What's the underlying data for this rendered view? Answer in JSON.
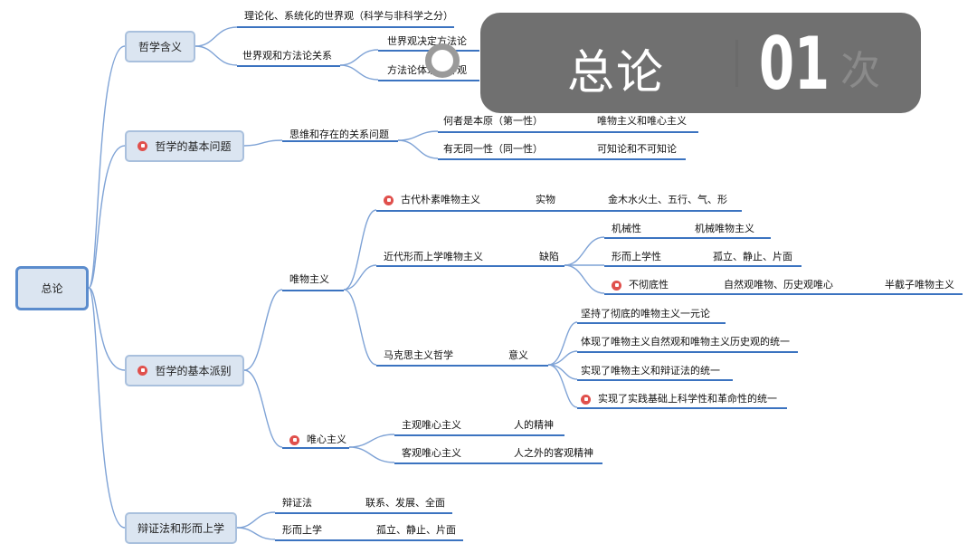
{
  "root": "总论",
  "branches": {
    "meaning": {
      "label": "哲学含义",
      "item1": "理论化、系统化的世界观（科学与非科学之分）",
      "item2": "世界观和方法论关系",
      "item2a": "世界观决定方法论",
      "item2b": "方法论体现世界观"
    },
    "basic_question": {
      "label": "哲学的基本问题",
      "relation": "思维和存在的关系问题",
      "q1": "何者是本原（第一性）",
      "q1_ans": "唯物主义和唯心主义",
      "q2": "有无同一性（同一性）",
      "q2_ans": "可知论和不可知论"
    },
    "schools": {
      "label": "哲学的基本派别",
      "materialism": "唯物主义",
      "ancient": "古代朴素唯物主义",
      "ancient_key": "实物",
      "ancient_val": "金木水火土、五行、气、形",
      "modern": "近代形而上学唯物主义",
      "modern_key": "缺陷",
      "defect1": "机械性",
      "defect1_val": "机械唯物主义",
      "defect2": "形而上学性",
      "defect2_val": "孤立、静止、片面",
      "defect3": "不彻底性",
      "defect3_val": "自然观唯物、历史观唯心",
      "defect3_val2": "半截子唯物主义",
      "marxism": "马克思主义哲学",
      "marxism_key": "意义",
      "sig1": "坚持了彻底的唯物主义一元论",
      "sig2": "体现了唯物主义自然观和唯物主义历史观的统一",
      "sig3": "实现了唯物主义和辩证法的统一",
      "sig4": "实现了实践基础上科学性和革命性的统一",
      "idealism": "唯心主义",
      "subjective": "主观唯心主义",
      "subjective_val": "人的精神",
      "objective": "客观唯心主义",
      "objective_val": "人之外的客观精神"
    },
    "dialectics": {
      "label": "辩证法和形而上学",
      "d1": "辩证法",
      "d1_val": "联系、发展、全面",
      "d2": "形而上学",
      "d2_val": "孤立、静止、片面"
    }
  },
  "overlay": {
    "title": "总论",
    "number": "01",
    "unit": "次"
  },
  "colors": {
    "node_fill": "#dbe5f1",
    "node_border": "#a9c0dd",
    "line": "#3b73c0",
    "flag": "#e0504c"
  }
}
